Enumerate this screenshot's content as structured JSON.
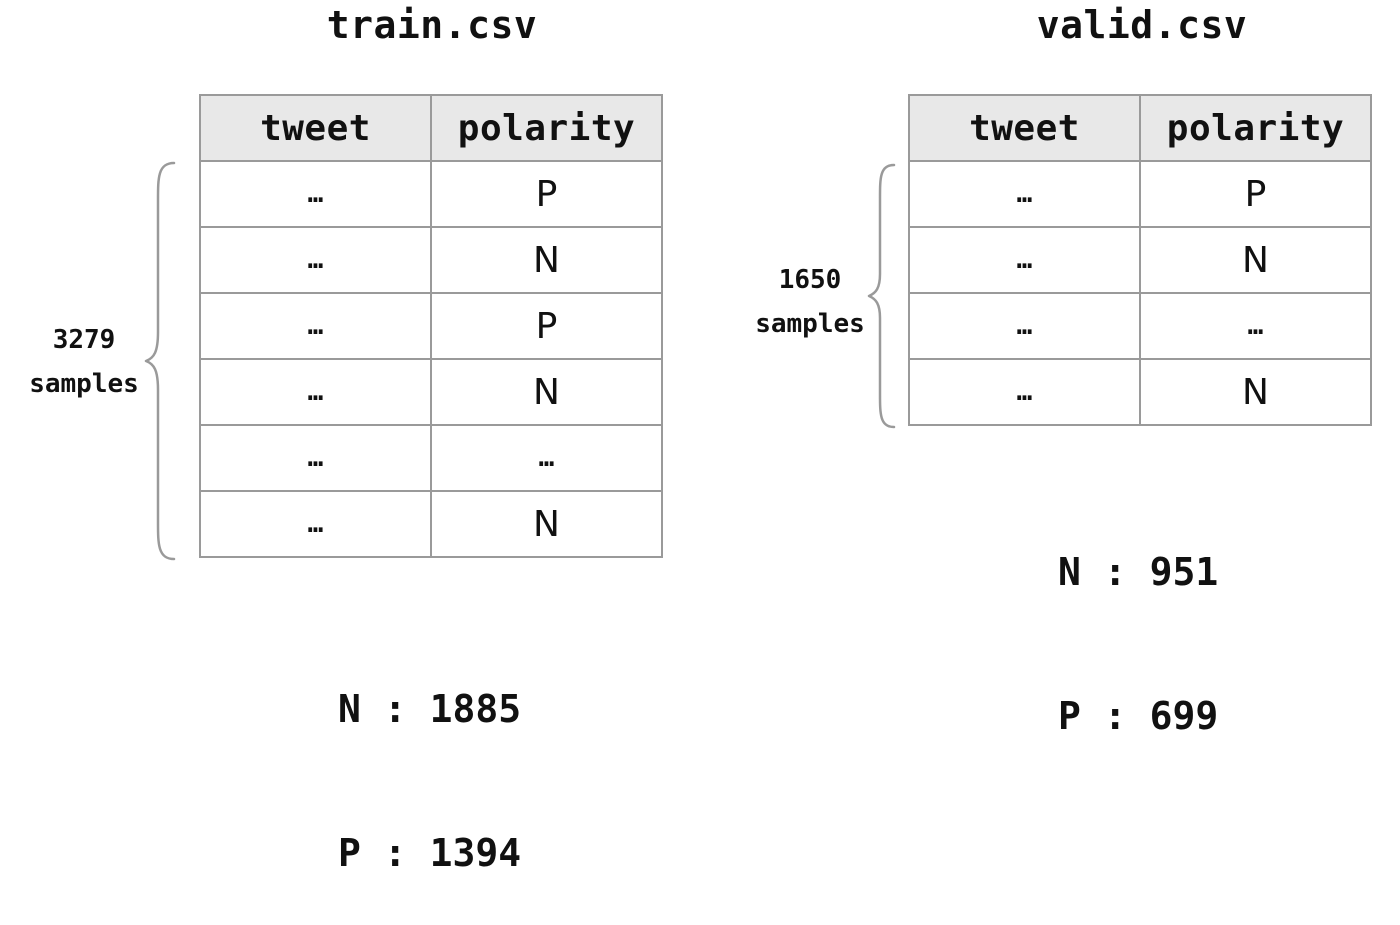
{
  "train": {
    "title": "train.csv",
    "columns": [
      "tweet",
      "polarity"
    ],
    "rows": [
      [
        "…",
        "P"
      ],
      [
        "…",
        "N"
      ],
      [
        "…",
        "P"
      ],
      [
        "…",
        "N"
      ],
      [
        "…",
        "…"
      ],
      [
        "…",
        "N"
      ]
    ],
    "sample_count": "3279",
    "sample_word": "samples",
    "counts": [
      {
        "label": "N",
        "sep": ":",
        "value": "1885"
      },
      {
        "label": "P",
        "sep": ":",
        "value": "1394"
      }
    ]
  },
  "valid": {
    "title": "valid.csv",
    "columns": [
      "tweet",
      "polarity"
    ],
    "rows": [
      [
        "…",
        "P"
      ],
      [
        "…",
        "N"
      ],
      [
        "…",
        "…"
      ],
      [
        "…",
        "N"
      ]
    ],
    "sample_count": "1650",
    "sample_word": "samples",
    "counts": [
      {
        "label": "N",
        "sep": ":",
        "value": "951"
      },
      {
        "label": "P",
        "sep": ":",
        "value": "699"
      }
    ]
  }
}
